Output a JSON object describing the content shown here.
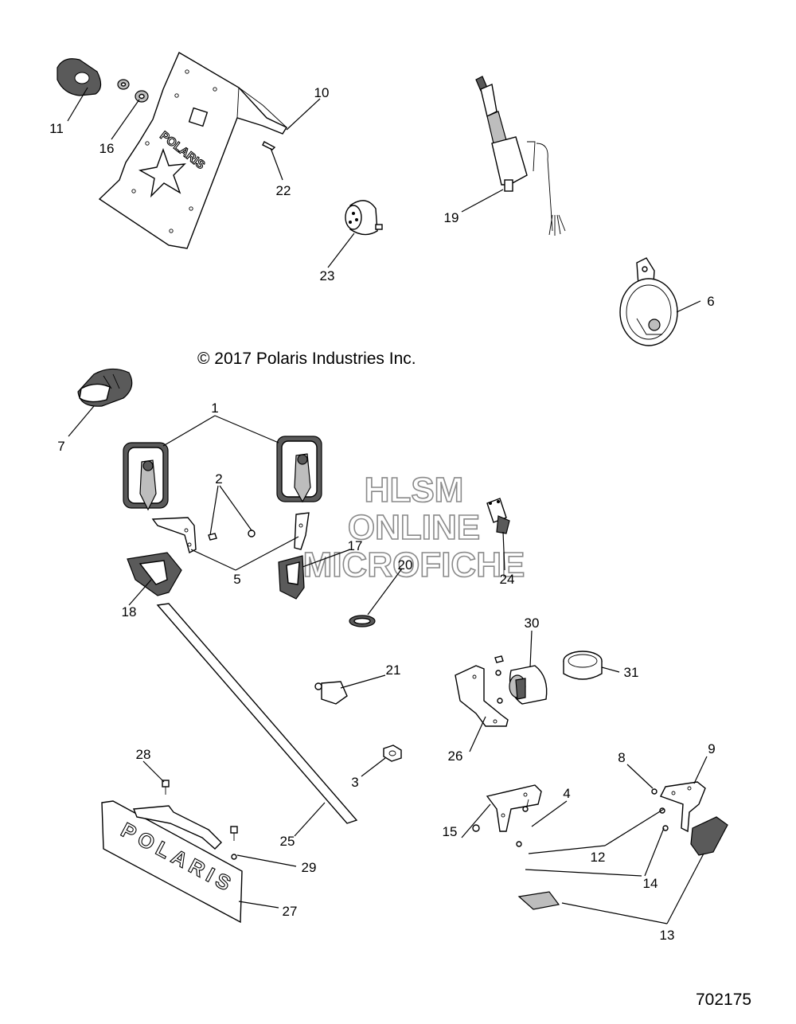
{
  "copyright": "© 2017  Polaris Industries Inc.",
  "document_number": "702175",
  "watermark": {
    "line1": "HLSM",
    "line2": "ONLINE",
    "line3": "MICROFICHE"
  },
  "brand_text_plate": "POLARIS",
  "brand_text_bracket": "POLARIS",
  "callouts": {
    "p1": "1",
    "p2": "2",
    "p3": "3",
    "p4": "4",
    "p5": "5",
    "p6": "6",
    "p7": "7",
    "p8": "8",
    "p9": "9",
    "p10": "10",
    "p11": "11",
    "p12": "12",
    "p13": "13",
    "p14": "14",
    "p15": "15",
    "p16": "16",
    "p17": "17",
    "p18": "18",
    "p19": "19",
    "p20": "20",
    "p21": "21",
    "p22": "22",
    "p23": "23",
    "p24": "24",
    "p25": "25",
    "p26": "26",
    "p27": "27",
    "p28": "28",
    "p29": "29",
    "p30": "30",
    "p31": "31"
  }
}
